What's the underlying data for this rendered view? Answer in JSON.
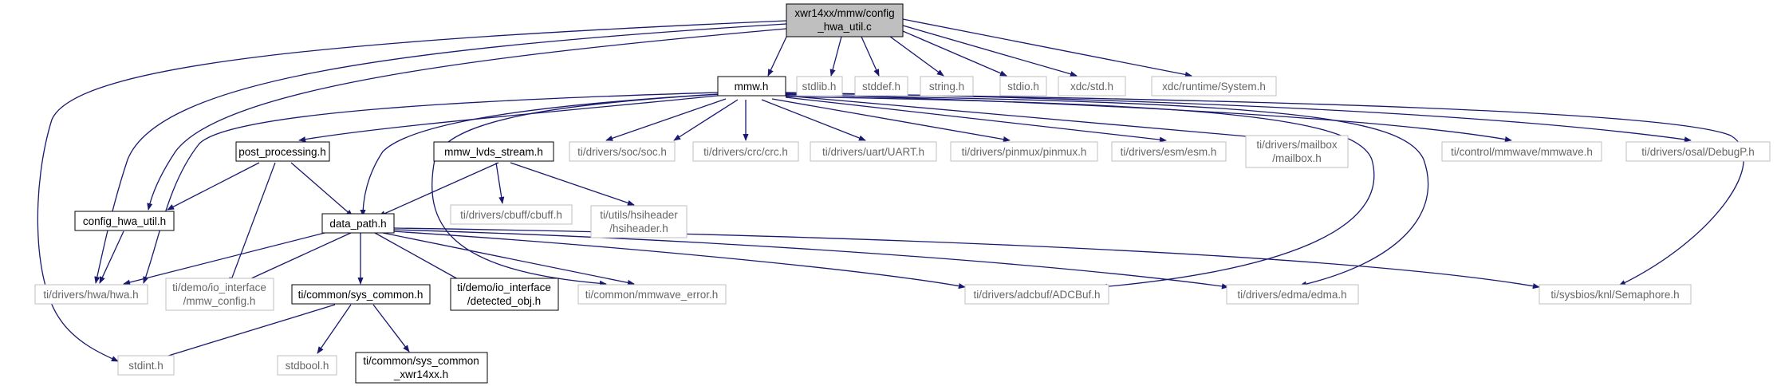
{
  "colors": {
    "edge": "#191970",
    "root_fill": "#bfbfbf",
    "project_border": "#000000",
    "external_border": "#bfbfbf",
    "external_text": "#666666",
    "project_text": "#000000"
  },
  "nodes": {
    "root": {
      "line1": "xwr14xx/mmw/config",
      "line2": "_hwa_util.c"
    },
    "mmw_h": {
      "label": "mmw.h"
    },
    "stdlib_h": {
      "label": "stdlib.h"
    },
    "stddef_h": {
      "label": "stddef.h"
    },
    "string_h": {
      "label": "string.h"
    },
    "stdio_h": {
      "label": "stdio.h"
    },
    "xdc_std_h": {
      "label": "xdc/std.h"
    },
    "xdc_system_h": {
      "label": "xdc/runtime/System.h"
    },
    "post_processing_h": {
      "label": "post_processing.h"
    },
    "mmw_lvds_stream_h": {
      "label": "mmw_lvds_stream.h"
    },
    "soc_h": {
      "label": "ti/drivers/soc/soc.h"
    },
    "crc_h": {
      "label": "ti/drivers/crc/crc.h"
    },
    "uart_h": {
      "label": "ti/drivers/uart/UART.h"
    },
    "pinmux_h": {
      "label": "ti/drivers/pinmux/pinmux.h"
    },
    "esm_h": {
      "label": "ti/drivers/esm/esm.h"
    },
    "mailbox_h": {
      "line1": "ti/drivers/mailbox",
      "line2": "/mailbox.h"
    },
    "mmwave_h": {
      "label": "ti/control/mmwave/mmwave.h"
    },
    "debugp_h": {
      "label": "ti/drivers/osal/DebugP.h"
    },
    "config_hwa_util_h": {
      "label": "config_hwa_util.h"
    },
    "data_path_h": {
      "label": "data_path.h"
    },
    "cbuff_h": {
      "label": "ti/drivers/cbuff/cbuff.h"
    },
    "hsiheader_h": {
      "line1": "ti/utils/hsiheader",
      "line2": "/hsiheader.h"
    },
    "hwa_h": {
      "label": "ti/drivers/hwa/hwa.h"
    },
    "mmw_config_h": {
      "line1": "ti/demo/io_interface",
      "line2": "/mmw_config.h"
    },
    "sys_common_h": {
      "label": "ti/common/sys_common.h"
    },
    "detected_obj_h": {
      "line1": "ti/demo/io_interface",
      "line2": "/detected_obj.h"
    },
    "mmwave_error_h": {
      "label": "ti/common/mmwave_error.h"
    },
    "adcbuf_h": {
      "label": "ti/drivers/adcbuf/ADCBuf.h"
    },
    "edma_h": {
      "label": "ti/drivers/edma/edma.h"
    },
    "semaphore_h": {
      "label": "ti/sysbios/knl/Semaphore.h"
    },
    "stdint_h": {
      "label": "stdint.h"
    },
    "stdbool_h": {
      "label": "stdbool.h"
    },
    "sys_common_xwr14xx_h": {
      "line1": "ti/common/sys_common",
      "line2": "_xwr14xx.h"
    }
  }
}
